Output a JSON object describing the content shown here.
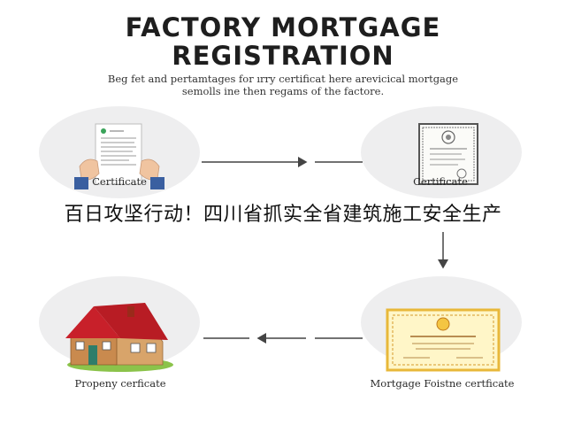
{
  "header": {
    "title_line1": "FACTORY MORTGAGE",
    "title_line2": "REGISTRATION",
    "subtitle_line1": "Beg fet and pertamtages for ırry certificat here arevicical mortgage",
    "subtitle_line2": "semolls ine then regams of the factore."
  },
  "nodes": {
    "top_left": {
      "label": "Certificate",
      "icon": "document-hands-icon"
    },
    "top_right": {
      "label": "Certificate",
      "icon": "certificate-icon"
    },
    "bottom_left": {
      "label": "Propeny cerficate",
      "icon": "house-icon"
    },
    "bottom_right": {
      "label": "Mortgage Foistne certficate",
      "icon": "gold-certificate-icon"
    }
  },
  "overlay_banner": {
    "text": "百日攻坚行动！四川省抓实全省建筑施工安全生产"
  },
  "colors": {
    "circle_bg": "#eeeeef",
    "arrow": "#444444",
    "roof": "#c8202a",
    "gold": "#e8b83a"
  }
}
